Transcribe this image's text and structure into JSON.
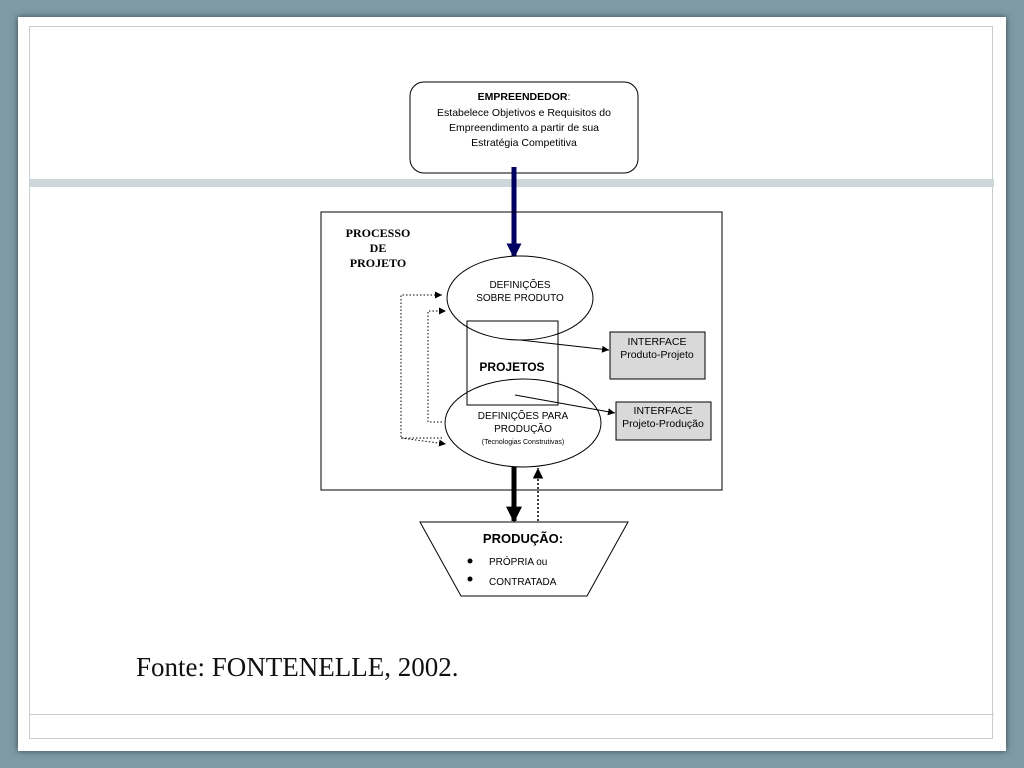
{
  "diagram": {
    "empreendedor": {
      "title": "EMPREENDEDOR",
      "title_suffix": ":",
      "lines": [
        "Estabelece Objetivos e Requisitos do",
        "Empreendimento a partir de sua",
        "Estratégia Competitiva"
      ]
    },
    "processo": {
      "label_lines": [
        "PROCESSO",
        "DE",
        "PROJETO"
      ]
    },
    "definicoes_produto": {
      "lines": [
        "DEFINIÇÕES",
        "SOBRE  PRODUTO"
      ]
    },
    "projetos": {
      "label": "PROJETOS"
    },
    "definicoes_producao": {
      "lines": [
        "DEFINIÇÕES  PARA",
        "PRODUÇÃO"
      ],
      "sub": "(Tecnologias Construtivas)"
    },
    "interface_produto": {
      "lines": [
        "INTERFACE",
        "Produto-Projeto"
      ]
    },
    "interface_producao": {
      "lines": [
        "INTERFACE",
        "Projeto-Produção"
      ]
    },
    "producao": {
      "title": "PRODUÇÃO:",
      "items": [
        "PRÓPRIA ou",
        "CONTRATADA"
      ]
    }
  },
  "caption": "Fonte: FONTENELLE, 2002."
}
